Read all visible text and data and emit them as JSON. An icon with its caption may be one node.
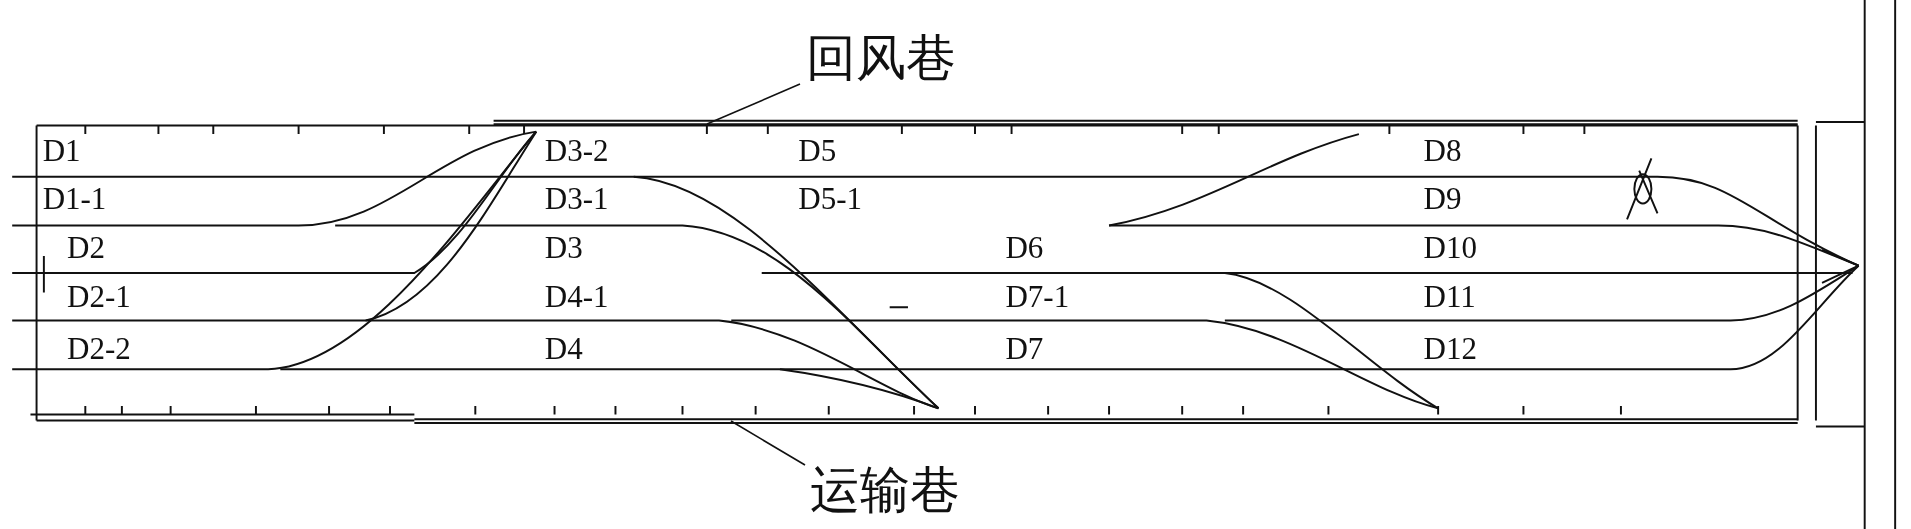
{
  "diagram": {
    "nodes": [
      {
        "text": [
          "回风巷"
        ]
      },
      {
        "text": [
          "运输巷"
        ]
      }
    ],
    "edges": [
      {
        "from": 0,
        "to": null,
        "arrow": "none"
      },
      {
        "from": 1,
        "to": null,
        "arrow": "none"
      }
    ],
    "labels": [
      "D1",
      "D3-2",
      "D5",
      "D8",
      "D1-1",
      "D3-1",
      "D5-1",
      "D9",
      "D2",
      "D3",
      "D6",
      "D10",
      "D2-1",
      "D4-1",
      "D7-1",
      "D11",
      "D2-2",
      "D4",
      "D7",
      "D12"
    ]
  }
}
